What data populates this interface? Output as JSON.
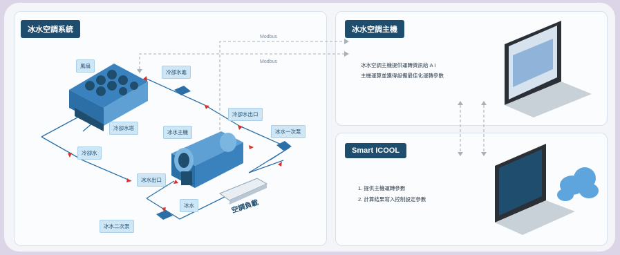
{
  "left_panel": {
    "title": "冰水空調系統",
    "labels": {
      "fan": "風扇",
      "cooling_tower": "冷卻水塔",
      "chiller_main": "冰水主機",
      "cooling_water_in": "冷卻水進",
      "cooling_water_out": "冷卻水出口",
      "cooling_water": "冷卻水",
      "chilled_water_primary": "冰水一次泵",
      "chilled_water_out": "冰水出口",
      "chilled_water": "冰水",
      "chilled_water_secondary": "冰水二次泵",
      "ac_load": "空調負載"
    }
  },
  "links": {
    "modbus_top": "Modbus",
    "modbus_bottom": "Modbus"
  },
  "right_top": {
    "title": "冰水空調主機",
    "line1": "冰水空調主機提供運轉資訊給 A I",
    "line2": "主機運算並獲得設備最佳化運轉參數"
  },
  "right_bottom": {
    "title": "Smart ICOOL",
    "line1": "1. 提供主機運轉參數",
    "line2": "2. 計算結果寫入控制設定參數"
  },
  "colors": {
    "pipe": "#2b6fa8",
    "arrow": "#d9302c",
    "chip": "#1f4d6e",
    "label_bg": "#cfe6f5"
  },
  "icons": [
    "cooling-tower-icon",
    "chiller-icon",
    "pump-icon",
    "ac-unit-icon",
    "laptop-icon",
    "cloud-icon"
  ]
}
